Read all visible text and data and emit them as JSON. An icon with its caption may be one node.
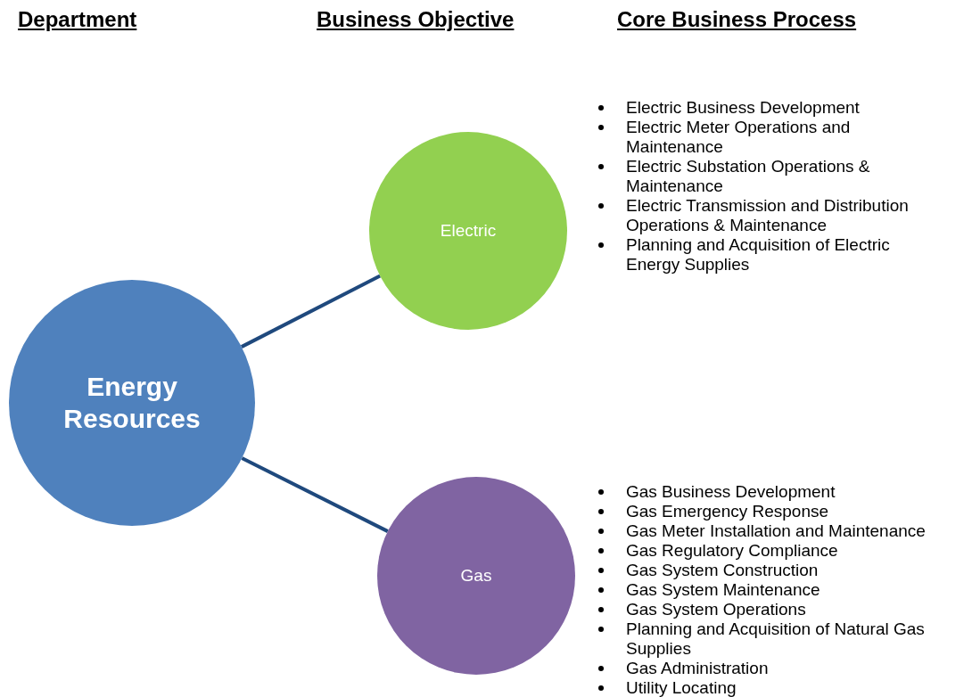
{
  "diagram": {
    "nodes": [
      {
        "text": [
          "Energy Resources"
        ]
      },
      {
        "text": [
          "Electric"
        ],
        "beside": [
          "Electric Business Development",
          "Electric Meter Operations and Maintenance",
          "Electric Substation Operations & Maintenance",
          "Electric Transmission and Distribution Operations & Maintenance",
          "Planning and Acquisition of Electric Energy Supplies"
        ]
      },
      {
        "text": [
          "Gas"
        ],
        "beside": [
          "Gas Business Development",
          "Gas Emergency Response",
          "Gas Meter Installation and Maintenance",
          "Gas Regulatory Compliance",
          "Gas System Construction",
          "Gas System Maintenance",
          "Gas System Operations",
          "Planning and Acquisition of Natural Gas Supplies",
          "Gas Administration",
          "Utility Locating"
        ]
      }
    ],
    "edges": [
      {
        "from": 0,
        "to": 1,
        "arrow": "none"
      },
      {
        "from": 0,
        "to": 2,
        "arrow": "none"
      }
    ],
    "labels": [
      "Department",
      "Business Objective",
      "Core Business Process"
    ]
  }
}
